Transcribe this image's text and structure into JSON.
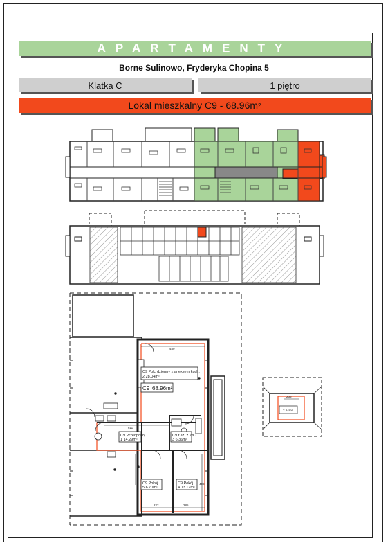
{
  "header": {
    "title": "APARTAMENTY",
    "address": "Borne Sulinowo, Fryderyka Chopina 5",
    "staircase": "Klatka C",
    "floor": "1 piętro",
    "unit_label": "Lokal mieszkalny C9 - 68.96m",
    "unit_unit_sup": "2"
  },
  "colors": {
    "title_bg": "#a9d49a",
    "unit_bg": "#f2491c",
    "grey_bar": "#cfcfcf",
    "green_zone": "#a9d49a",
    "highlight": "#f2491c"
  },
  "plan": {
    "unit_tag": "C9",
    "unit_area": "68.96m²",
    "rooms": [
      {
        "code": "C9",
        "num": "2",
        "name": "Pok. dzienny z aneksem kuch.",
        "area": "28.04m²"
      },
      {
        "code": "C9",
        "num": "1",
        "name": "Przedpokój",
        "area": "14.29m²"
      },
      {
        "code": "C9",
        "num": "3",
        "name": "Łaz. z WC",
        "area": "6.36m²"
      },
      {
        "code": "C9",
        "num": "5",
        "name": "Pokój",
        "area": "6.70m²"
      },
      {
        "code": "C9",
        "num": "4",
        "name": "Pokój",
        "area": "13.17m²"
      }
    ],
    "dims": {
      "top": "489",
      "mid": "611",
      "bot_left": "222",
      "bot_right": "285",
      "side": "408"
    },
    "mini": {
      "dim": "236",
      "area": "2.64m²"
    }
  }
}
